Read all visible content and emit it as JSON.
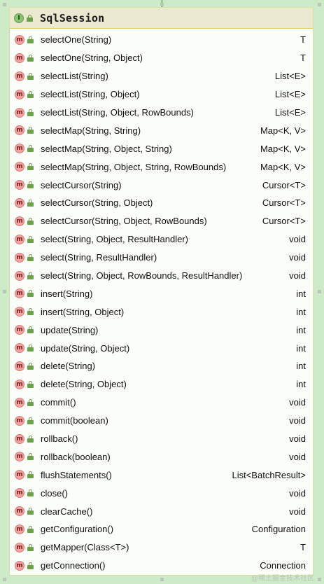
{
  "diagram": {
    "title": "SqlSession",
    "header_icon_letter": "I",
    "method_icon_letter": "m",
    "colors": {
      "background": "#cdebc7",
      "card": "#fbfdf8",
      "header": "#eae8cf",
      "method_icon": "#f2a3a1",
      "interface_icon": "#8cc56f",
      "lock": "#6aa24a"
    },
    "methods": [
      {
        "name": "selectOne(String)",
        "returns": "T"
      },
      {
        "name": "selectOne(String, Object)",
        "returns": "T"
      },
      {
        "name": "selectList(String)",
        "returns": "List<E>"
      },
      {
        "name": "selectList(String, Object)",
        "returns": "List<E>"
      },
      {
        "name": "selectList(String, Object, RowBounds)",
        "returns": "List<E>"
      },
      {
        "name": "selectMap(String, String)",
        "returns": "Map<K, V>"
      },
      {
        "name": "selectMap(String, Object, String)",
        "returns": "Map<K, V>"
      },
      {
        "name": "selectMap(String, Object, String, RowBounds)",
        "returns": "Map<K, V>"
      },
      {
        "name": "selectCursor(String)",
        "returns": "Cursor<T>"
      },
      {
        "name": "selectCursor(String, Object)",
        "returns": "Cursor<T>"
      },
      {
        "name": "selectCursor(String, Object, RowBounds)",
        "returns": "Cursor<T>"
      },
      {
        "name": "select(String, Object, ResultHandler)",
        "returns": "void"
      },
      {
        "name": "select(String, ResultHandler)",
        "returns": "void"
      },
      {
        "name": "select(String, Object, RowBounds, ResultHandler)",
        "returns": "void"
      },
      {
        "name": "insert(String)",
        "returns": "int"
      },
      {
        "name": "insert(String, Object)",
        "returns": "int"
      },
      {
        "name": "update(String)",
        "returns": "int"
      },
      {
        "name": "update(String, Object)",
        "returns": "int"
      },
      {
        "name": "delete(String)",
        "returns": "int"
      },
      {
        "name": "delete(String, Object)",
        "returns": "int"
      },
      {
        "name": "commit()",
        "returns": "void"
      },
      {
        "name": "commit(boolean)",
        "returns": "void"
      },
      {
        "name": "rollback()",
        "returns": "void"
      },
      {
        "name": "rollback(boolean)",
        "returns": "void"
      },
      {
        "name": "flushStatements()",
        "returns": "List<BatchResult>"
      },
      {
        "name": "close()",
        "returns": "void"
      },
      {
        "name": "clearCache()",
        "returns": "void"
      },
      {
        "name": "getConfiguration()",
        "returns": "Configuration"
      },
      {
        "name": "getMapper(Class<T>)",
        "returns": "T"
      },
      {
        "name": "getConnection()",
        "returns": "Connection"
      }
    ],
    "watermark": "@稀土掘金技术社区"
  }
}
